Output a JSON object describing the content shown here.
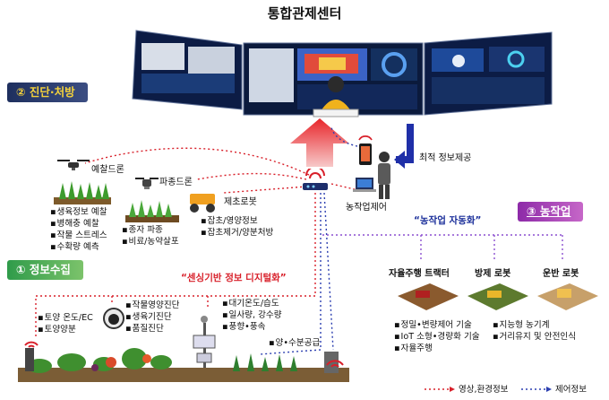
{
  "title": "통합관제센터",
  "sections": {
    "diagnosis": "② 진단·처방",
    "collection": "① 정보수집",
    "operation": "③ 농작업"
  },
  "drones": {
    "scout": "예찰드론",
    "seeding": "파종드론",
    "weeding_robot": "제초로봇"
  },
  "scout_list": [
    "생육정보 예찰",
    "병해충 예찰",
    "작물 스트레스",
    "수확량 예측"
  ],
  "seeding_list": [
    "종자 파종",
    "비료/농약살포"
  ],
  "weeding_list": [
    "잡초/영양정보",
    "잡초제거/양분처방"
  ],
  "control_center": {
    "info_label": "최적 정보제공",
    "control_label": "농작업제어"
  },
  "slogans": {
    "automation": "“농작업 자동화”",
    "digitization": "“센싱기반 정보 디지털화”"
  },
  "robots": [
    "자율주행 트랙터",
    "방제 로봇",
    "운반 로봇"
  ],
  "robot_features": {
    "left": [
      "정밀•변량제어 기술",
      "IoT 소형•경량화 기술",
      "자율주행"
    ],
    "right": [
      "지능형 농기계",
      "거리유지 및 안전인식"
    ]
  },
  "sensors": {
    "soil": [
      "토양 온도/EC",
      "토양양분"
    ],
    "crop": [
      "작물영양진단",
      "생육기진단",
      "품질진단"
    ],
    "weather": [
      "대기온도/습도",
      "일사량, 강수량",
      "풍향•풍속"
    ],
    "irrigation": [
      "양•수분공급"
    ]
  },
  "legend": {
    "red": "영상,환경정보",
    "blue": "제어정보"
  },
  "colors": {
    "red_line": "#d8202a",
    "blue_line": "#2c3fb0",
    "purple_line": "#8c4fd0",
    "arrow_blue": "#1f2fa8"
  }
}
